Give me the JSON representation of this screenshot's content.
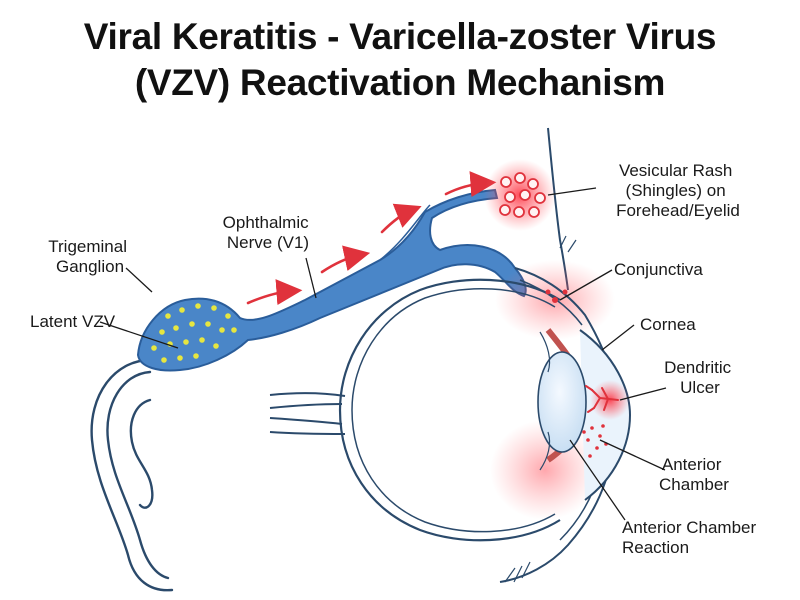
{
  "title": {
    "line1": "Viral Keratitis - Varicella-zoster Virus",
    "line2": "(VZV) Reactivation Mechanism"
  },
  "labels": {
    "trigeminal_ganglion": [
      "Trigeminal",
      "Ganglion"
    ],
    "latent_vzv": "Latent VZV",
    "ophthalmic_nerve": [
      "Ophthalmic",
      "Nerve (V1)"
    ],
    "vesicular_rash": [
      "Vesicular Rash",
      "(Shingles) on",
      "Forehead/Eyelid"
    ],
    "conjunctiva": "Conjunctiva",
    "cornea": "Cornea",
    "dendritic_ulcer": [
      "Dendritic",
      "Ulcer"
    ],
    "anterior_chamber": [
      "Anterior",
      "Chamber"
    ],
    "anterior_chamber_reaction": [
      "Anterior Chamber",
      "Reaction"
    ]
  },
  "colors": {
    "nerve_blue": "#4a86c8",
    "nerve_outline": "#2a5d9a",
    "virus_yellow": "#e6e640",
    "inflammation_red": "#e8283c",
    "line_dark": "#2b4a6b"
  }
}
